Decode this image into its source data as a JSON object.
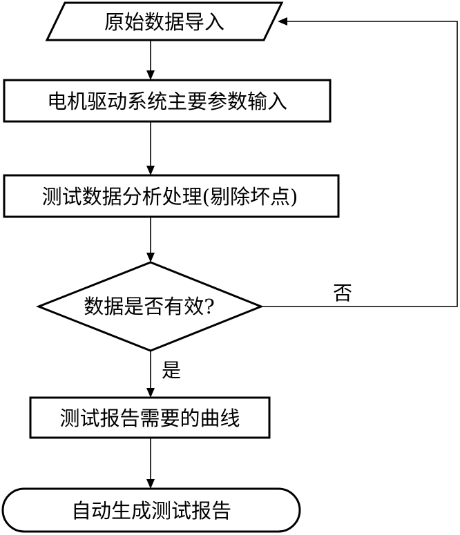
{
  "nodes": {
    "import": {
      "label": "原始数据导入"
    },
    "params": {
      "label": "电机驱动系统主要参数输入"
    },
    "analysis": {
      "label": "测试数据分析处理(剔除坏点)"
    },
    "decision": {
      "label": "数据是否有效?"
    },
    "curves": {
      "label": "测试报告需要的曲线"
    },
    "report": {
      "label": "自动生成测试报告"
    }
  },
  "edges": {
    "no_label": "否",
    "yes_label": "是"
  }
}
